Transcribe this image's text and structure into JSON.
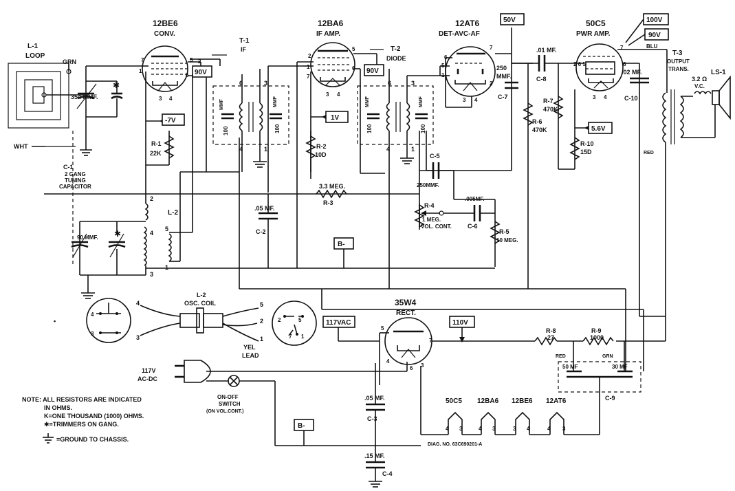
{
  "tubes": {
    "conv": {
      "type": "12BE6",
      "function": "CONV."
    },
    "if_amp": {
      "type": "12BA6",
      "function": "IF AMP."
    },
    "det": {
      "type": "12AT6",
      "function": "DET-AVC-AF"
    },
    "pwr": {
      "type": "50C5",
      "function": "PWR AMP."
    },
    "rect": {
      "type": "35W4",
      "function": "RECT."
    }
  },
  "voltages": {
    "conv_screen": "90V",
    "if_screen": "90V",
    "det_plate": "50V",
    "pwr_plate": "100V",
    "pwr_screen": "90V",
    "conv_grid": "-7V",
    "if_cathode": "1V",
    "pwr_cathode": "5.6V",
    "rect_out": "110V",
    "ac_in": "117VAC",
    "b_minus": "B-"
  },
  "labels": {
    "loop_id": "L-1",
    "loop": "LOOP",
    "grn": "GRN",
    "wht": "WHT",
    "c1_value": "354 MMF.",
    "c1_id": "C-1",
    "c1_desc1": "2 GANG",
    "c1_desc2": "TUNING",
    "c1_desc3": "CAPACITOR",
    "t1_id": "T-1",
    "t1_desc": "IF",
    "t2_id": "T-2",
    "t2_desc": "DIODE",
    "mmf": "MMF",
    "hundred": "100",
    "r1_id": "R-1",
    "r1_value": "22K",
    "r2_id": "R-2",
    "r2_value": "10D",
    "r3_value": "3.3 MEG.",
    "r3_id": "R-3",
    "r4_id": "R-4",
    "r4_value": "1 MEG.",
    "r4_desc": "VOL. CONT.",
    "r5_id": "R-5",
    "r5_value": "10 MEG.",
    "r6_id": "R-6",
    "r6_value": "470K",
    "r7_id": "R-7",
    "r7_value": "470K",
    "r8_id": "R-8",
    "r8_value": "27",
    "r9_id": "R-9",
    "r9_value": "1000",
    "r10_id": "R-10",
    "r10_value": "15D",
    "c2_value": ".05 MF.",
    "c2_id": "C-2",
    "c3_value": ".05 MF.",
    "c3_id": "C-3",
    "c4_value": ".15 MF.",
    "c4_id": "C-4",
    "c5_id": "C-5",
    "c5_value": "250MMF.",
    "c6_value": ".005MF.",
    "c6_id": "C-6",
    "c7_value1": "250",
    "c7_value2": "MMF.",
    "c7_id": "C-7",
    "c8_value": ".01 MF.",
    "c8_id": "C-8",
    "c10_value": ".02 MF.",
    "c10_id": "C-10",
    "c9_id": "C-9",
    "c9_value_a": "50 MF",
    "c9_value_b": "30 MF",
    "osc_trim": "90 MMF.",
    "l2_id": "L-2",
    "l2_osc_id": "L-2",
    "l2_osc_desc": "OSC. COIL",
    "yel_lead1": "YEL",
    "yel_lead2": "LEAD",
    "t3_id": "T-3",
    "t3_desc1": "OUTPUT",
    "t3_desc2": "TRANS.",
    "ls_id": "LS-1",
    "ls_imp": "3.2 Ω",
    "ls_vc": "V.C.",
    "blu": "BLU",
    "red": "RED",
    "plug_v": "117V",
    "plug_ac": "AC-DC",
    "switch1": "ON-OFF",
    "switch2": "SWITCH",
    "switch3": "(ON VOL.CONT.)",
    "heater_1": "50C5",
    "heater_2": "12BA6",
    "heater_3": "12BE6",
    "heater_4": "12AT6",
    "diag_no": "DIAG. NO. 63C690201-A"
  },
  "notes": {
    "line1": "NOTE: ALL RESISTORS ARE INDICATED",
    "line2": "IN OHMS.",
    "line3": "K=ONE THOUSAND (1000) OHMS.",
    "line4": "✱=TRIMMERS ON GANG.",
    "line5": "=GROUND TO CHASSIS."
  }
}
